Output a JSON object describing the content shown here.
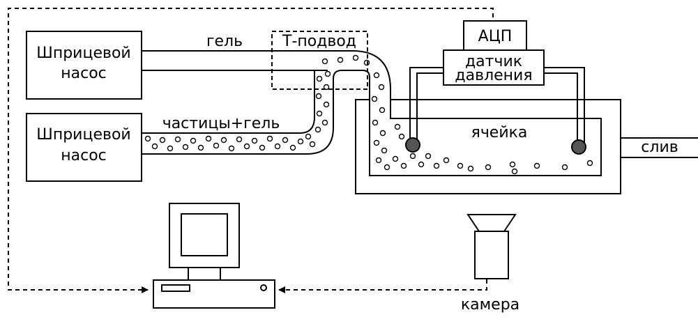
{
  "labels": {
    "pump_top": [
      "Шприцевой",
      "насос"
    ],
    "pump_bottom": [
      "Шприцевой",
      "насос"
    ],
    "gel": "гель",
    "particles_gel": "частицы+гель",
    "t_junction": "Т-подвод",
    "adc": "АЦП",
    "pressure_sensor": [
      "датчик",
      "давления"
    ],
    "cell": "ячейка",
    "drain": "слив",
    "camera": "камера"
  }
}
